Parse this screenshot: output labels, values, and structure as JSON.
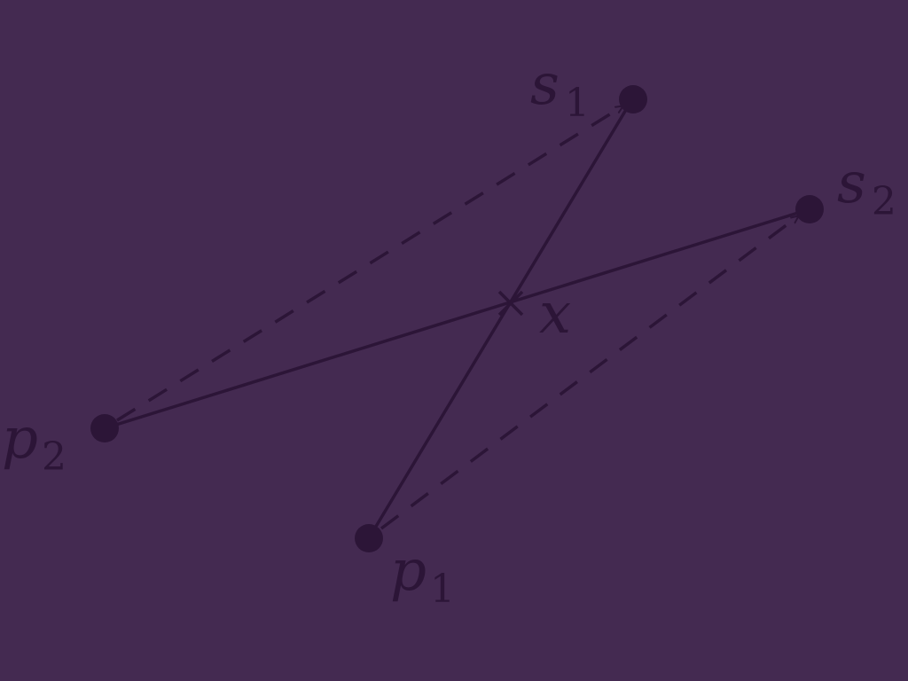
{
  "colors": {
    "background": "#442a51",
    "ink": "#2c1537"
  },
  "labels": {
    "s1": {
      "base": "s",
      "sub": "1"
    },
    "s2": {
      "base": "s",
      "sub": "2"
    },
    "p1": {
      "base": "p",
      "sub": "1"
    },
    "p2": {
      "base": "p",
      "sub": "2"
    },
    "x": {
      "base": "x"
    }
  }
}
